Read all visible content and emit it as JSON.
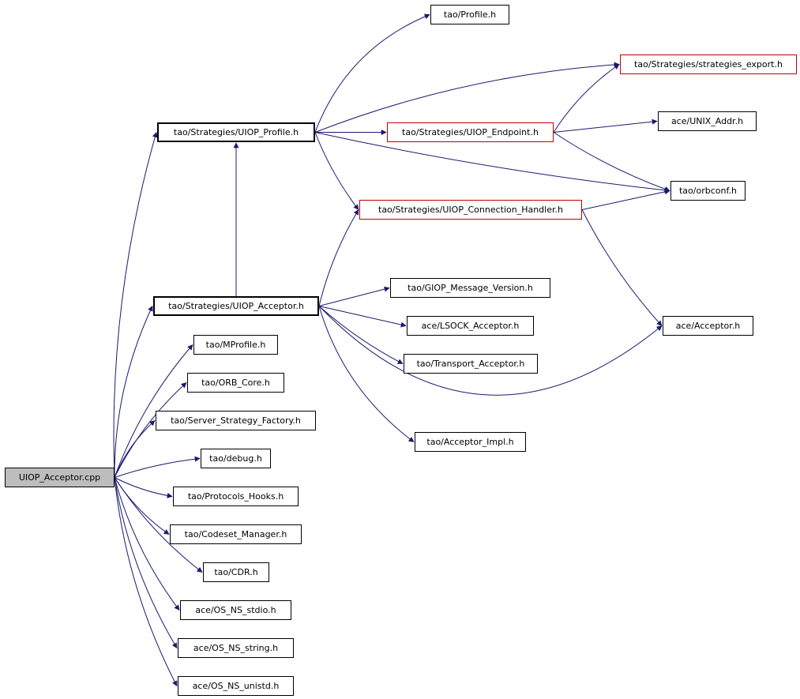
{
  "diagram": {
    "type": "include-dependency-graph",
    "root_file": "UIOP_Acceptor.cpp",
    "edge_color": "#191970",
    "colors": {
      "node_border": "#000000",
      "truncated_node_border": "#c00000",
      "root_node_fill": "#bdbdbd",
      "background": "#ffffff"
    },
    "nodes": [
      {
        "id": "uiop-acceptor-cpp",
        "label": "UIOP_Acceptor.cpp",
        "style": "main"
      },
      {
        "id": "uiop-profile-h",
        "label": "tao/Strategies/UIOP_Profile.h",
        "style": "bold"
      },
      {
        "id": "profile-h",
        "label": "tao/Profile.h",
        "style": "normal"
      },
      {
        "id": "strategies-export-h",
        "label": "tao/Strategies/strategies_export.h",
        "style": "red"
      },
      {
        "id": "uiop-endpoint-h",
        "label": "tao/Strategies/UIOP_Endpoint.h",
        "style": "red"
      },
      {
        "id": "unix-addr-h",
        "label": "ace/UNIX_Addr.h",
        "style": "normal"
      },
      {
        "id": "orbconf-h",
        "label": "tao/orbconf.h",
        "style": "normal"
      },
      {
        "id": "uiop-connection-handler-h",
        "label": "tao/Strategies/UIOP_Connection_Handler.h",
        "style": "red"
      },
      {
        "id": "uiop-acceptor-h",
        "label": "tao/Strategies/UIOP_Acceptor.h",
        "style": "bold"
      },
      {
        "id": "giop-message-version-h",
        "label": "tao/GIOP_Message_Version.h",
        "style": "normal"
      },
      {
        "id": "lsock-acceptor-h",
        "label": "ace/LSOCK_Acceptor.h",
        "style": "normal"
      },
      {
        "id": "ace-acceptor-h",
        "label": "ace/Acceptor.h",
        "style": "normal"
      },
      {
        "id": "transport-acceptor-h",
        "label": "tao/Transport_Acceptor.h",
        "style": "normal"
      },
      {
        "id": "mprofile-h",
        "label": "tao/MProfile.h",
        "style": "normal"
      },
      {
        "id": "orb-core-h",
        "label": "tao/ORB_Core.h",
        "style": "normal"
      },
      {
        "id": "server-strategy-factory-h",
        "label": "tao/Server_Strategy_Factory.h",
        "style": "normal"
      },
      {
        "id": "debug-h",
        "label": "tao/debug.h",
        "style": "normal"
      },
      {
        "id": "acceptor-impl-h",
        "label": "tao/Acceptor_Impl.h",
        "style": "normal"
      },
      {
        "id": "protocols-hooks-h",
        "label": "tao/Protocols_Hooks.h",
        "style": "normal"
      },
      {
        "id": "codeset-manager-h",
        "label": "tao/Codeset_Manager.h",
        "style": "normal"
      },
      {
        "id": "cdr-h",
        "label": "tao/CDR.h",
        "style": "normal"
      },
      {
        "id": "os-ns-stdio-h",
        "label": "ace/OS_NS_stdio.h",
        "style": "normal"
      },
      {
        "id": "os-ns-string-h",
        "label": "ace/OS_NS_string.h",
        "style": "normal"
      },
      {
        "id": "os-ns-unistd-h",
        "label": "ace/OS_NS_unistd.h",
        "style": "normal"
      }
    ],
    "edges": [
      {
        "from": "uiop-acceptor-cpp",
        "to": "uiop-profile-h",
        "bend": -35
      },
      {
        "from": "uiop-acceptor-cpp",
        "to": "uiop-acceptor-h",
        "bend": -25
      },
      {
        "from": "uiop-acceptor-cpp",
        "to": "mprofile-h",
        "bend": -18
      },
      {
        "from": "uiop-acceptor-cpp",
        "to": "orb-core-h",
        "bend": -14
      },
      {
        "from": "uiop-acceptor-cpp",
        "to": "server-strategy-factory-h",
        "bend": -10
      },
      {
        "from": "uiop-acceptor-cpp",
        "to": "debug-h",
        "bend": -6
      },
      {
        "from": "uiop-acceptor-cpp",
        "to": "protocols-hooks-h",
        "bend": 6
      },
      {
        "from": "uiop-acceptor-cpp",
        "to": "codeset-manager-h",
        "bend": 10
      },
      {
        "from": "uiop-acceptor-cpp",
        "to": "cdr-h",
        "bend": 14
      },
      {
        "from": "uiop-acceptor-cpp",
        "to": "os-ns-stdio-h",
        "bend": 18
      },
      {
        "from": "uiop-acceptor-cpp",
        "to": "os-ns-string-h",
        "bend": 22
      },
      {
        "from": "uiop-acceptor-cpp",
        "to": "os-ns-unistd-h",
        "bend": 26
      },
      {
        "from": "uiop-profile-h",
        "to": "profile-h",
        "bend": -45
      },
      {
        "from": "uiop-profile-h",
        "to": "strategies-export-h",
        "bend": -30
      },
      {
        "from": "uiop-profile-h",
        "to": "uiop-endpoint-h",
        "bend": 0
      },
      {
        "from": "uiop-profile-h",
        "to": "orbconf-h",
        "bend": 12
      },
      {
        "from": "uiop-profile-h",
        "to": "uiop-connection-handler-h",
        "bend": 8
      },
      {
        "from": "uiop-endpoint-h",
        "to": "strategies-export-h",
        "bend": -12
      },
      {
        "from": "uiop-endpoint-h",
        "to": "unix-addr-h",
        "bend": 0
      },
      {
        "from": "uiop-endpoint-h",
        "to": "orbconf-h",
        "bend": 10
      },
      {
        "from": "uiop-connection-handler-h",
        "to": "orbconf-h",
        "bend": 0
      },
      {
        "from": "uiop-connection-handler-h",
        "to": "ace-acceptor-h",
        "bend": 12
      },
      {
        "from": "uiop-acceptor-h",
        "to": "uiop-profile-h",
        "bend": 0
      },
      {
        "from": "uiop-acceptor-h",
        "to": "uiop-connection-handler-h",
        "bend": -10
      },
      {
        "from": "uiop-acceptor-h",
        "to": "giop-message-version-h",
        "bend": 0
      },
      {
        "from": "uiop-acceptor-h",
        "to": "lsock-acceptor-h",
        "bend": 0
      },
      {
        "from": "uiop-acceptor-h",
        "to": "transport-acceptor-h",
        "bend": 8
      },
      {
        "from": "uiop-acceptor-h",
        "to": "acceptor-impl-h",
        "bend": 35
      },
      {
        "from": "uiop-acceptor-h",
        "to": "ace-acceptor-h",
        "bend": 200
      }
    ]
  }
}
